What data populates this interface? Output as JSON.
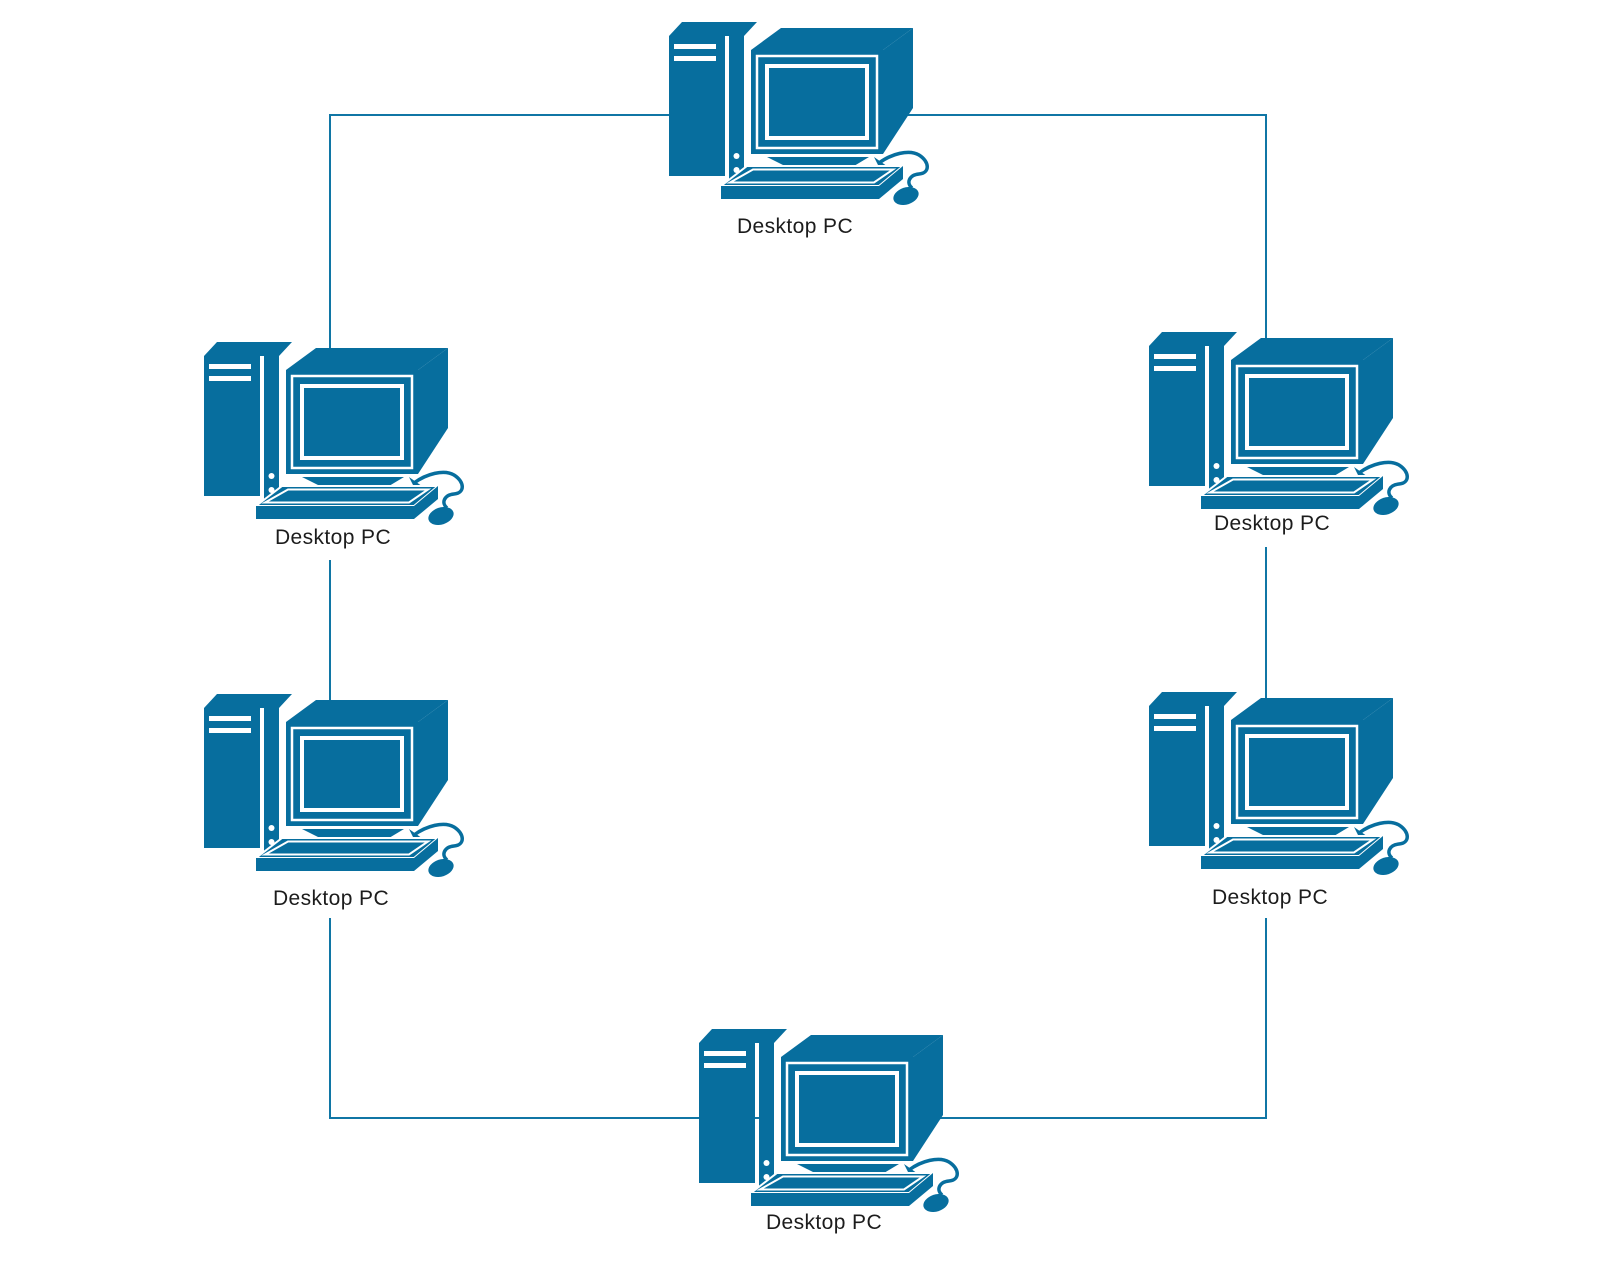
{
  "diagram": {
    "type": "network-diagram",
    "topology": "ring",
    "nodes": [
      {
        "id": "top-center",
        "label": "Desktop PC"
      },
      {
        "id": "upper-left",
        "label": "Desktop PC"
      },
      {
        "id": "upper-right",
        "label": "Desktop PC"
      },
      {
        "id": "lower-left",
        "label": "Desktop PC"
      },
      {
        "id": "lower-right",
        "label": "Desktop PC"
      },
      {
        "id": "bottom-center",
        "label": "Desktop PC"
      }
    ],
    "connections": [
      [
        "top-center",
        "upper-left"
      ],
      [
        "upper-left",
        "lower-left"
      ],
      [
        "lower-left",
        "bottom-center"
      ],
      [
        "bottom-center",
        "lower-right"
      ],
      [
        "lower-right",
        "upper-right"
      ],
      [
        "upper-right",
        "top-center"
      ]
    ],
    "colors": {
      "node": "#076e9e",
      "connector": "#1076a5",
      "label": "#1c1c1c",
      "background": "#ffffff"
    }
  }
}
